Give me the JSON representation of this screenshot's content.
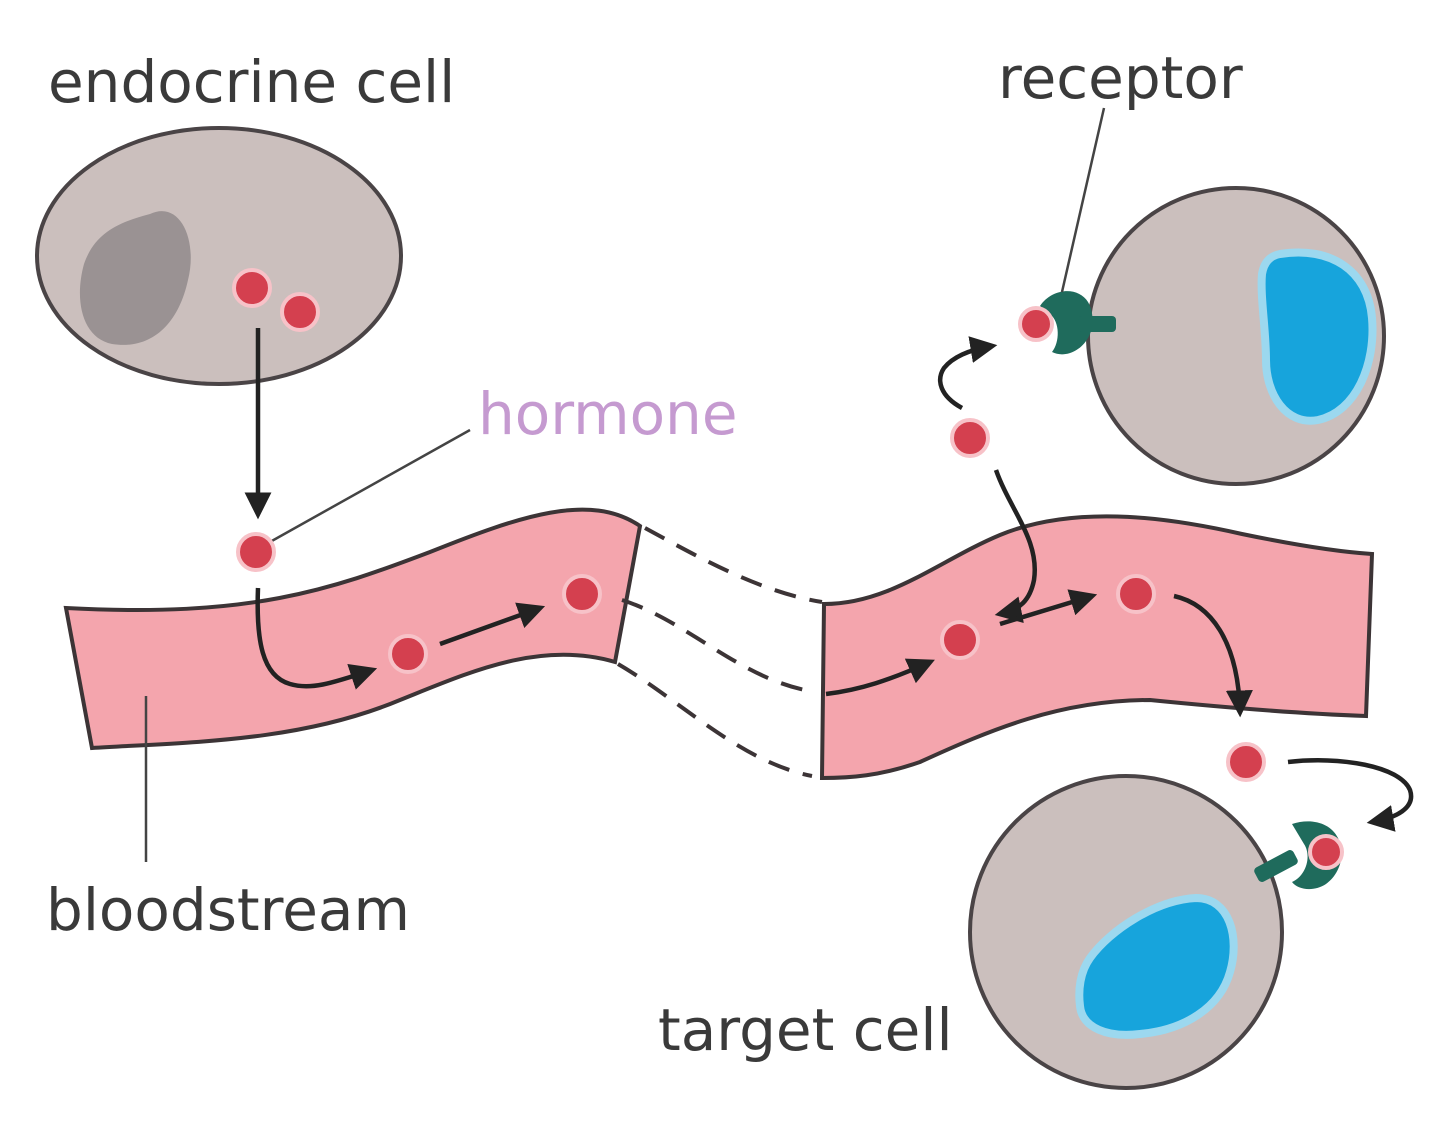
{
  "labels": {
    "endocrine_cell": "endocrine cell",
    "receptor": "receptor",
    "hormone": "hormone",
    "bloodstream": "bloodstream",
    "target_cell": "target cell"
  },
  "colors": {
    "cell_fill": "#cbbfbd",
    "cell_outline": "#4a4446",
    "endocrine_nucleus": "#9a9293",
    "target_nucleus": "#17a4dc",
    "bloodstream": "#f4a5ad",
    "hormone": "#d4404f",
    "receptor": "#1f6b5c",
    "hormone_label": "#c59ad0"
  }
}
